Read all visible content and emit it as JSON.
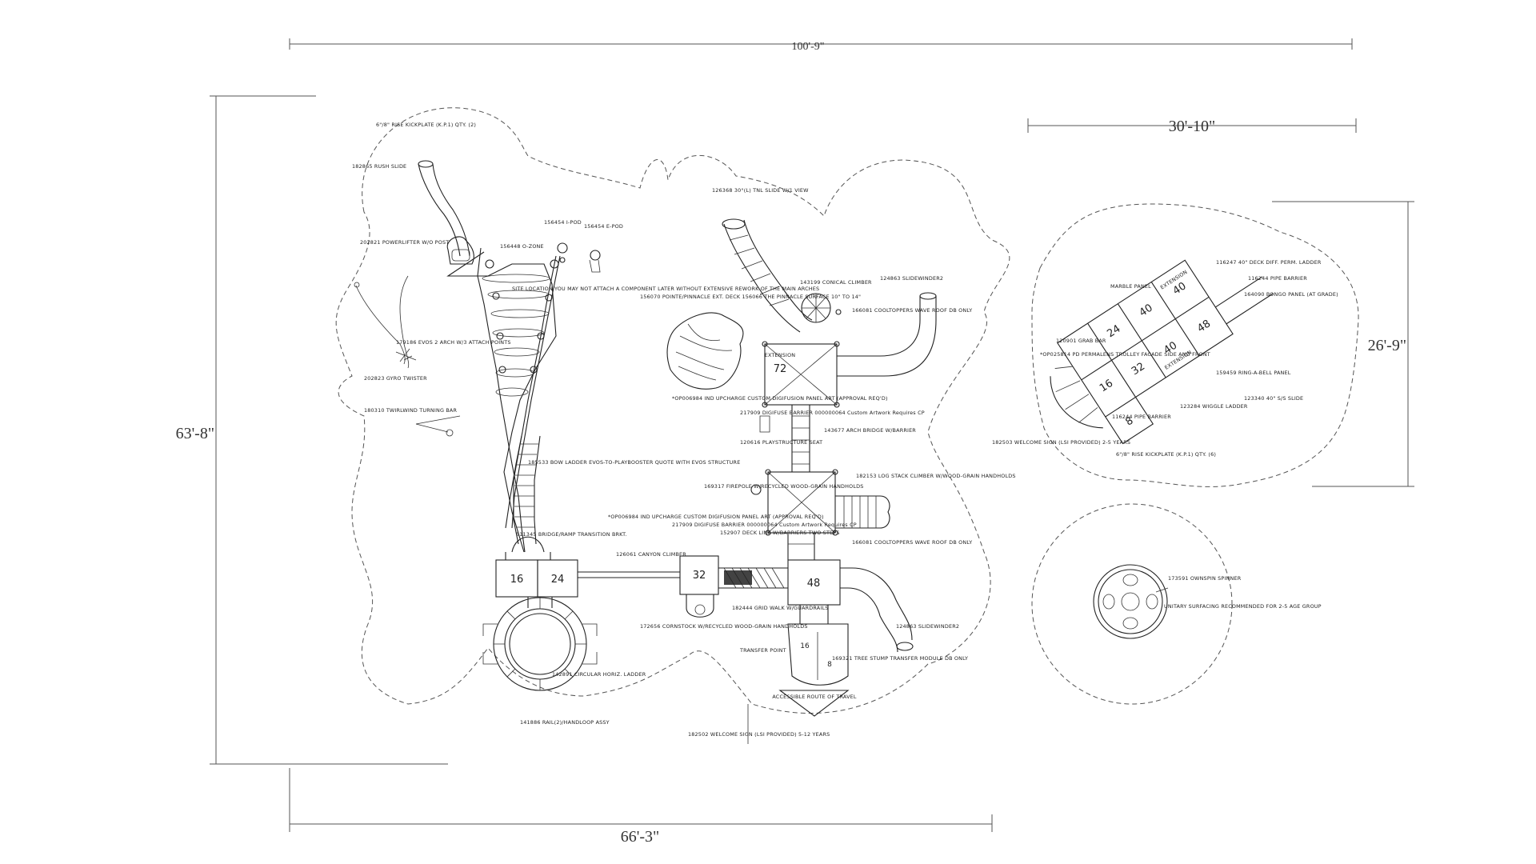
{
  "dimensions": {
    "overall_width": "100'-9\"",
    "overall_height": "63'-8\"",
    "lower_width": "66'-3\"",
    "right_width": "30'-10\"",
    "right_height": "26'-9\""
  },
  "labels": {
    "kickplate_top": "6\"/8\" RISE KICKPLATE (K.P.1) QTY. (2)",
    "rush_slide": "182865 RUSH SLIDE",
    "powerlifter": "202821 POWERLIFTER W/O POST",
    "gyro_twister": "202823 GYRO TWISTER",
    "evos_arch": "179186 EVOS 2 ARCH W/3 ATTACH POINTS",
    "ozone": "156448 O-ZONE",
    "ipod": "156454 I-POD",
    "epod": "156454 E-POD",
    "site_note": "SITE LOCATION YOU MAY NOT ATTACH A COMPONENT LATER WITHOUT EXTENSIVE REWORK OF THE MAIN ARCHES",
    "twirlwind": "180310 TWIRLWIND TURNING BAR",
    "bow_ladder": "185533 BOW LADDER EVOS-TO-PLAYBOOSTER QUOTE WITH EVOS STRUCTURE",
    "bridge_ramp": "511345 BRIDGE/RAMP TRANSITION BRKT.",
    "canyon": "126061 CANYON CLIMBER",
    "circular": "142891 CIRCULAR HORIZ. LADDER",
    "rail_handloop": "141886 RAIL(2)/HANDLOOP ASSY",
    "tnl_slide": "126368 30°(L) TNL SLIDE W/1 VIEW",
    "pointe": "156070 POINTE/PINNACLE EXT. DECK 156066 THE PINNACLE SURFACE 10\" TO 14\"",
    "conical": "143199 CONICAL CLIMBER",
    "slidewinder_top": "124863 SLIDEWINDER2",
    "cooltoppers_top": "166081 COOLTOPPERS WAVE ROOF DB ONLY",
    "ind_upcharge_a": "*OP006984 IND UPCHARGE CUSTOM DIGIFUSION PANEL ART (APPROVAL REQ'D)",
    "digifuse_a": "217909 DIGIFUSE BARRIER 000000064 Custom Artwork Requires CP",
    "playstructure_seat": "120616 PLAYSTRUCTURE SEAT",
    "arch_bridge": "143677 ARCH BRIDGE W/BARRIER",
    "firepole": "169317 FIREPOLE W/RECYCLED WOOD-GRAIN HANDHOLDS",
    "log_stack": "182153 LOG STACK CLIMBER W/WOOD-GRAIN HANDHOLDS",
    "ind_upcharge_b": "*OP006984 IND UPCHARGE CUSTOM DIGIFUSION PANEL ART (APPROVAL REQ'D)",
    "digifuse_b": "217909 DIGIFUSE BARRIER 000000064 Custom Artwork Requires CP",
    "deck_link": "152907 DECK LINK W/BARRIERS TWO STEPS",
    "cooltoppers_mid": "166081 COOLTOPPERS WAVE ROOF DB ONLY",
    "grid_walk": "182444 GRID WALK W/GUARDRAILS",
    "cornstock": "172656 CORNSTOCK W/RECYCLED WOOD-GRAIN HANDHOLDS",
    "transfer_point": "TRANSFER POINT",
    "tree_stump": "169321 TREE STUMP TRANSFER MODULE DB ONLY",
    "slidewinder_bot": "124863 SLIDEWINDER2",
    "welcome_left": "182502 WELCOME SIGN (LSI PROVIDED) 5-12 YEARS",
    "accessible_route": "ACCESSIBLE ROUTE OF TRAVEL",
    "deck_diff": "116247 40\" DECK DIFF. PERM. LADDER",
    "pipe_barrier_top": "116244 PIPE BARRIER",
    "bongo_panel": "164090 BONGO PANEL (AT GRADE)",
    "marble_panel": "MARBLE PANEL",
    "grab_bar": "120901 GRAB BAR",
    "pd_permalens": "*OP025814 PD PERMALENS TROLLEY FACADE SIDE AND FRONT",
    "ring_a_bell": "159459 RING-A-BELL PANEL",
    "s_s_slide": "123340 40\" S/S SLIDE",
    "pipe_barrier_bot": "116244 PIPE BARRIER",
    "wiggle_ladder": "123284 WIGGLE LADDER",
    "welcome_right": "182503 WELCOME SIGN (LSI PROVIDED) 2-5 YEARS",
    "kickplate_right": "6\"/8\" RISE KICKPLATE (K.P.1) QTY. (6)",
    "ownspin": "173591 OWNSPIN SPINNER",
    "unitary": "UNITARY SURFACING RECOMMENDED FOR 2-5 AGE GROUP",
    "extension_72": "EXTENSION",
    "extension_r1": "EXTENSION",
    "extension_r2": "EXTENSION"
  },
  "deck_heights": {
    "d16_left": "16",
    "d24_left": "24",
    "d32": "32",
    "d48": "48",
    "d72": "72",
    "d16_low": "16",
    "d8_low": "8",
    "r40_top": "40",
    "r40_mid": "40",
    "r48": "48",
    "r24": "24",
    "r40_ext": "40",
    "r16": "16",
    "r32": "32",
    "r8": "8"
  }
}
